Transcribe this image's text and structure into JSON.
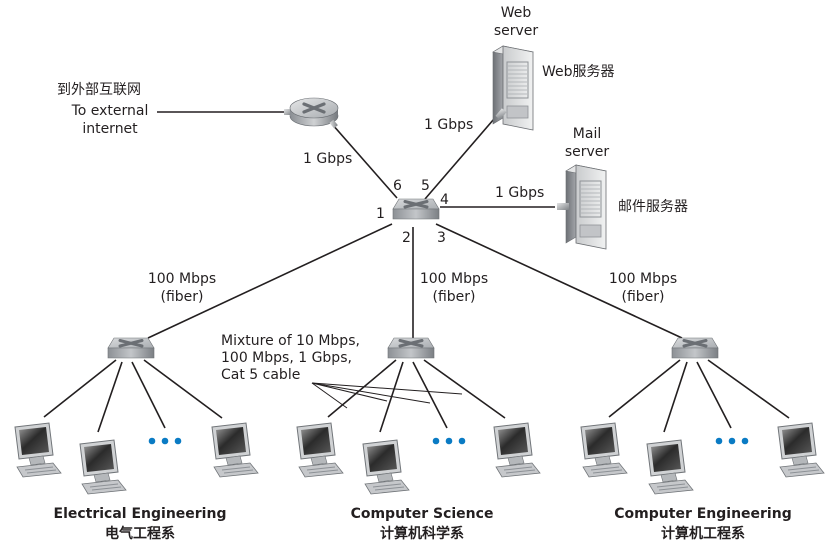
{
  "title": "Institutional network with switches",
  "colors": {
    "accent_dots": "#0a7bc4",
    "line": "#231f20",
    "text": "#231f20"
  },
  "external": {
    "cn": "到外部互联网",
    "en_line1": "To external",
    "en_line2": "internet"
  },
  "router": {
    "icon": "router-icon"
  },
  "core_switch": {
    "icon": "switch-icon",
    "ports": [
      "1",
      "2",
      "3",
      "4",
      "5",
      "6"
    ]
  },
  "links": {
    "router_core": "1 Gbps",
    "web_core": "1 Gbps",
    "mail_core": "1 Gbps",
    "ee_core": {
      "line1": "100 Mbps",
      "line2": "(fiber)"
    },
    "cs_core": {
      "line1": "100 Mbps",
      "line2": "(fiber)"
    },
    "ce_core": {
      "line1": "100 Mbps",
      "line2": "(fiber)"
    }
  },
  "web_server": {
    "en_line1": "Web",
    "en_line2": "server",
    "cn": "Web服务器",
    "icon": "server-icon"
  },
  "mail_server": {
    "en_line1": "Mail",
    "en_line2": "server",
    "cn": "邮件服务器",
    "icon": "server-icon"
  },
  "cable_note": {
    "line1": "Mixture of 10 Mbps,",
    "line2": "100 Mbps, 1 Gbps,",
    "line3": "Cat 5 cable"
  },
  "departments": [
    {
      "en": "Electrical Engineering",
      "cn": "电气工程系",
      "hosts_shown": 3,
      "ellipsis": "•••"
    },
    {
      "en": "Computer Science",
      "cn": "计算机科学系",
      "hosts_shown": 3,
      "ellipsis": "•••"
    },
    {
      "en": "Computer Engineering",
      "cn": "计算机工程系",
      "hosts_shown": 3,
      "ellipsis": "•••"
    }
  ]
}
